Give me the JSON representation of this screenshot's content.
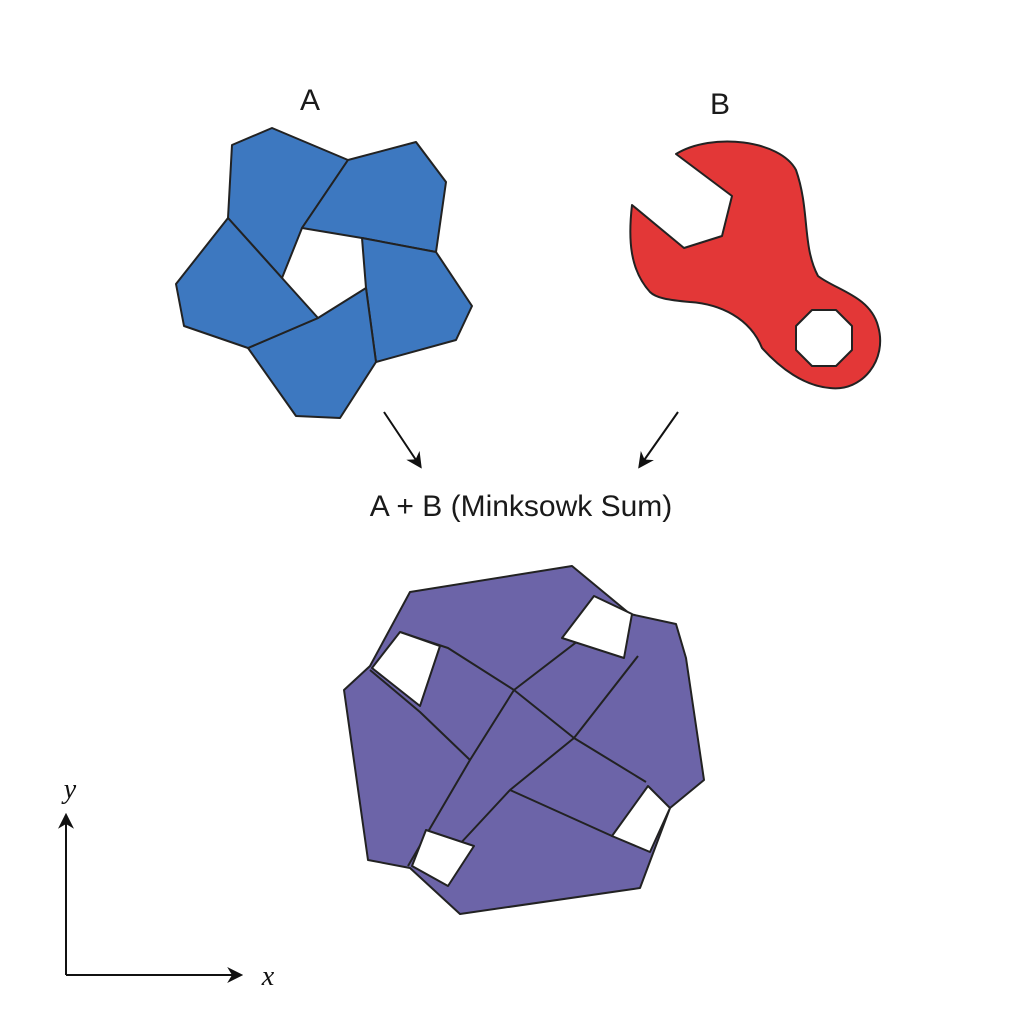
{
  "labels": {
    "shape_a": "A",
    "shape_b": "B",
    "result": "A + B (Minksowk Sum)",
    "axis_x": "x",
    "axis_y": "y"
  },
  "colors": {
    "shape_a_fill": "#3d78c0",
    "shape_b_fill": "#e33737",
    "result_fill": "#6c64a8",
    "outline": "#222222",
    "background": "#ffffff"
  }
}
